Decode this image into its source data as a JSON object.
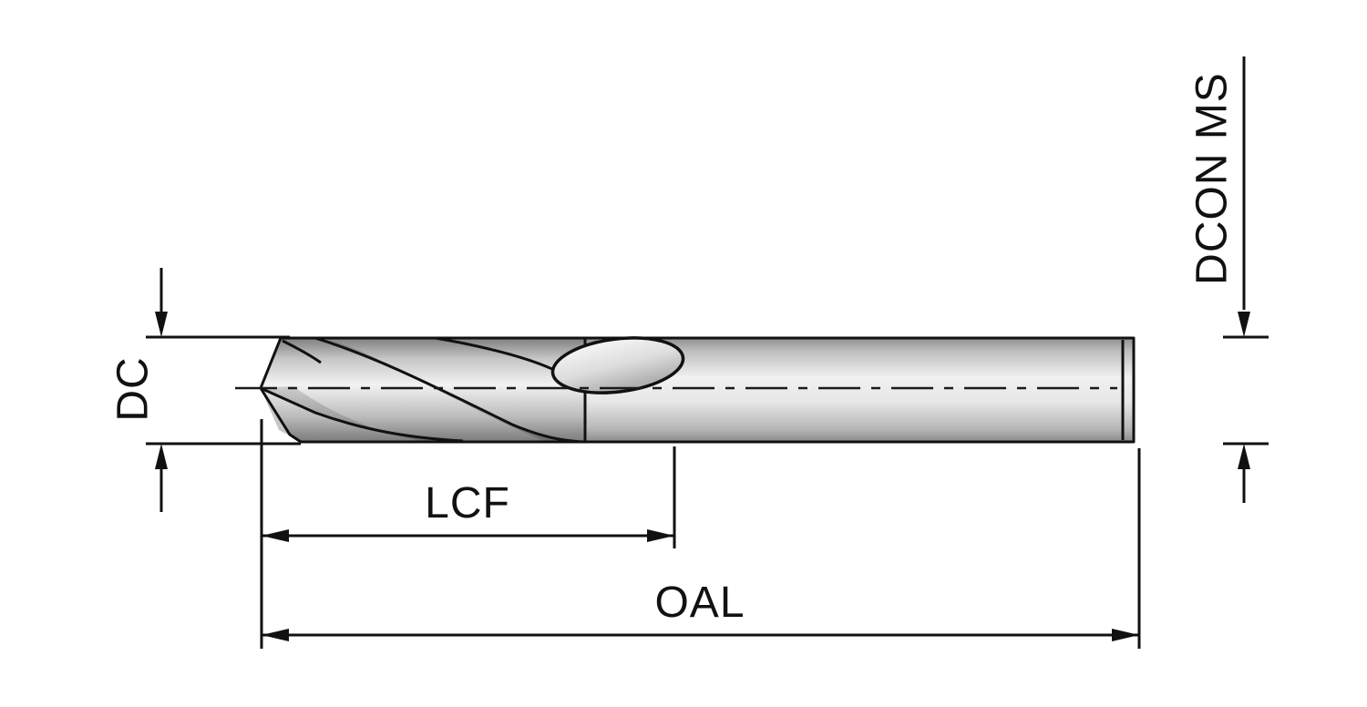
{
  "diagram": {
    "type": "technical-drawing",
    "subject": "twist-drill-side-view",
    "labels": {
      "dc": "DC",
      "lcf": "LCF",
      "oal": "OAL",
      "dcon": "DCON MS"
    },
    "colors": {
      "line": "#111111",
      "background": "#ffffff",
      "metal_light": "#f2f2f2",
      "metal_dark": "#8a8a8a"
    }
  }
}
